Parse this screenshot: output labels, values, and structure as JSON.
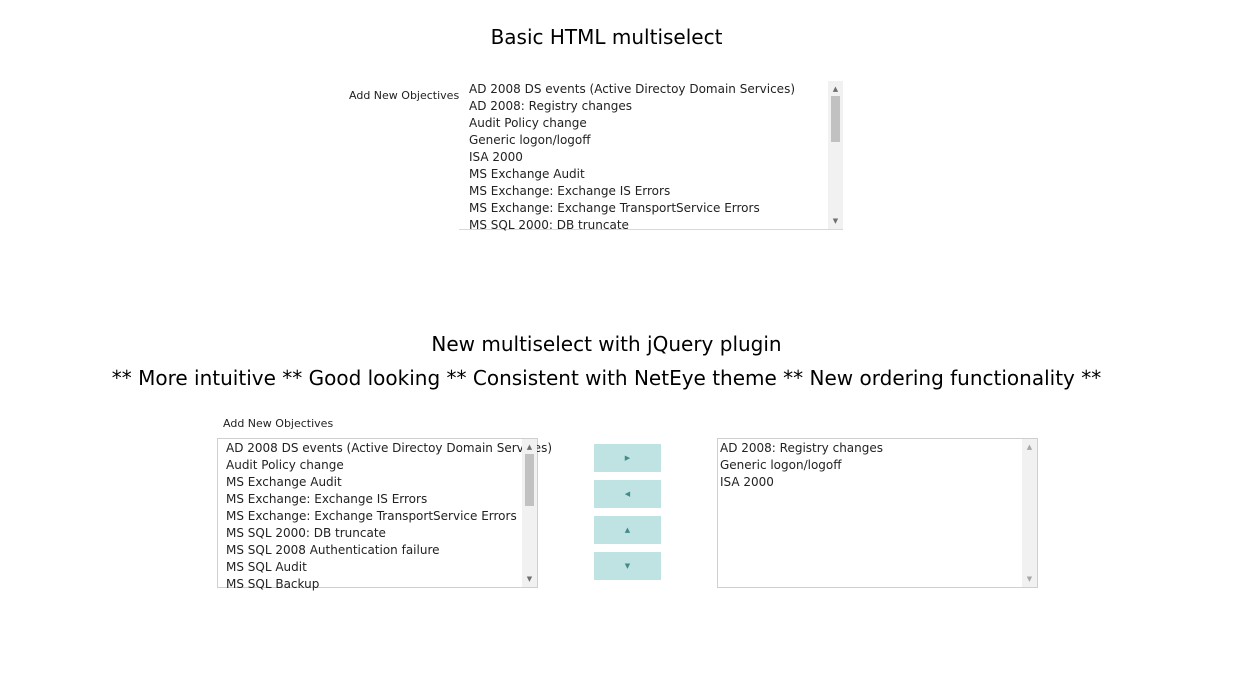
{
  "basic_section": {
    "title": "Basic HTML multiselect",
    "field_label": "Add New Objectives",
    "options": [
      "AD 2008 DS events (Active Directoy Domain Services)",
      "AD 2008: Registry changes",
      "Audit Policy change",
      "Generic logon/logoff",
      "ISA 2000",
      "MS Exchange Audit",
      "MS Exchange: Exchange IS Errors",
      "MS Exchange: Exchange TransportService Errors",
      "MS SQL 2000: DB truncate"
    ]
  },
  "plugin_section": {
    "title": "New multiselect with jQuery plugin",
    "subtitle": "** More intuitive ** Good looking ** Consistent with NetEye theme ** New ordering functionality **",
    "field_label": "Add New Objectives",
    "available_options": [
      "AD 2008 DS events (Active Directoy Domain Services)",
      "Audit Policy change",
      "MS Exchange Audit",
      "MS Exchange: Exchange IS Errors",
      "MS Exchange: Exchange TransportService Errors",
      "MS SQL 2000: DB truncate",
      "MS SQL 2008 Authentication failure",
      "MS SQL Audit",
      "MS SQL Backup"
    ],
    "selected_options": [
      "AD 2008: Registry changes",
      "Generic logon/logoff",
      "ISA 2000"
    ],
    "buttons": {
      "move_right_glyph": "▶",
      "move_left_glyph": "◀",
      "move_up_glyph": "▲",
      "move_down_glyph": "▼"
    }
  },
  "scrollbar": {
    "up_glyph": "▲",
    "down_glyph": "▼"
  },
  "colors": {
    "button_bg": "#bfe3e2",
    "button_glyph": "#3f8c89",
    "scroll_thumb": "#c1c1c1"
  }
}
